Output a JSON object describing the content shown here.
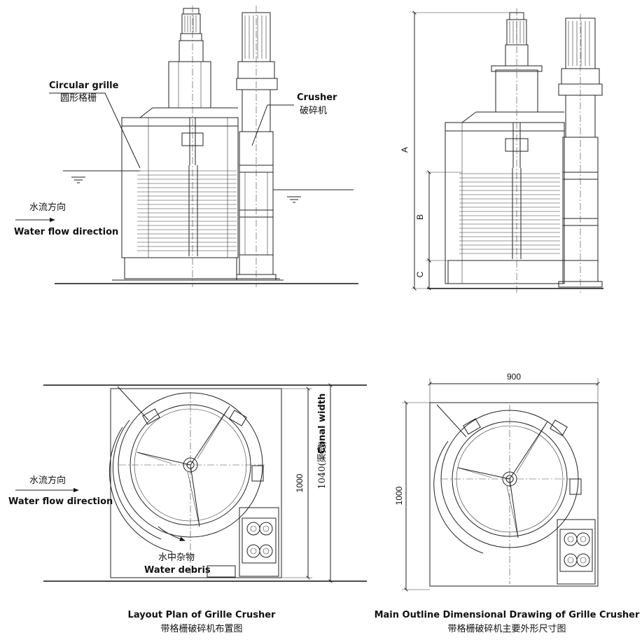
{
  "elevation": {
    "grille_label_en": "Circular grille",
    "grille_label_cn": "圆形格栅",
    "crusher_label_en": "Crusher",
    "crusher_label_cn": "破碎机",
    "flow_cn": "水流方向",
    "flow_en": "Water flow direction"
  },
  "dim_elevation": {
    "a": "A",
    "b": "B",
    "c": "C"
  },
  "layout_plan": {
    "flow_cn": "水流方向",
    "flow_en": "Water flow direction",
    "debris_cn": "水中杂物",
    "debris_en": "Water debris",
    "dim_1000": "1000",
    "canal_cn": "1040(渠宽)",
    "canal_en": "Canal width",
    "title_en": "Layout Plan of Grille Crusher",
    "title_cn": "带格栅破碎机布置图"
  },
  "outline_plan": {
    "dim_900": "900",
    "dim_1000": "1000",
    "title_en": "Main Outline Dimensional Drawing of Grille Crusher",
    "title_cn": "带格栅破碎机主要外形尺寸图"
  }
}
